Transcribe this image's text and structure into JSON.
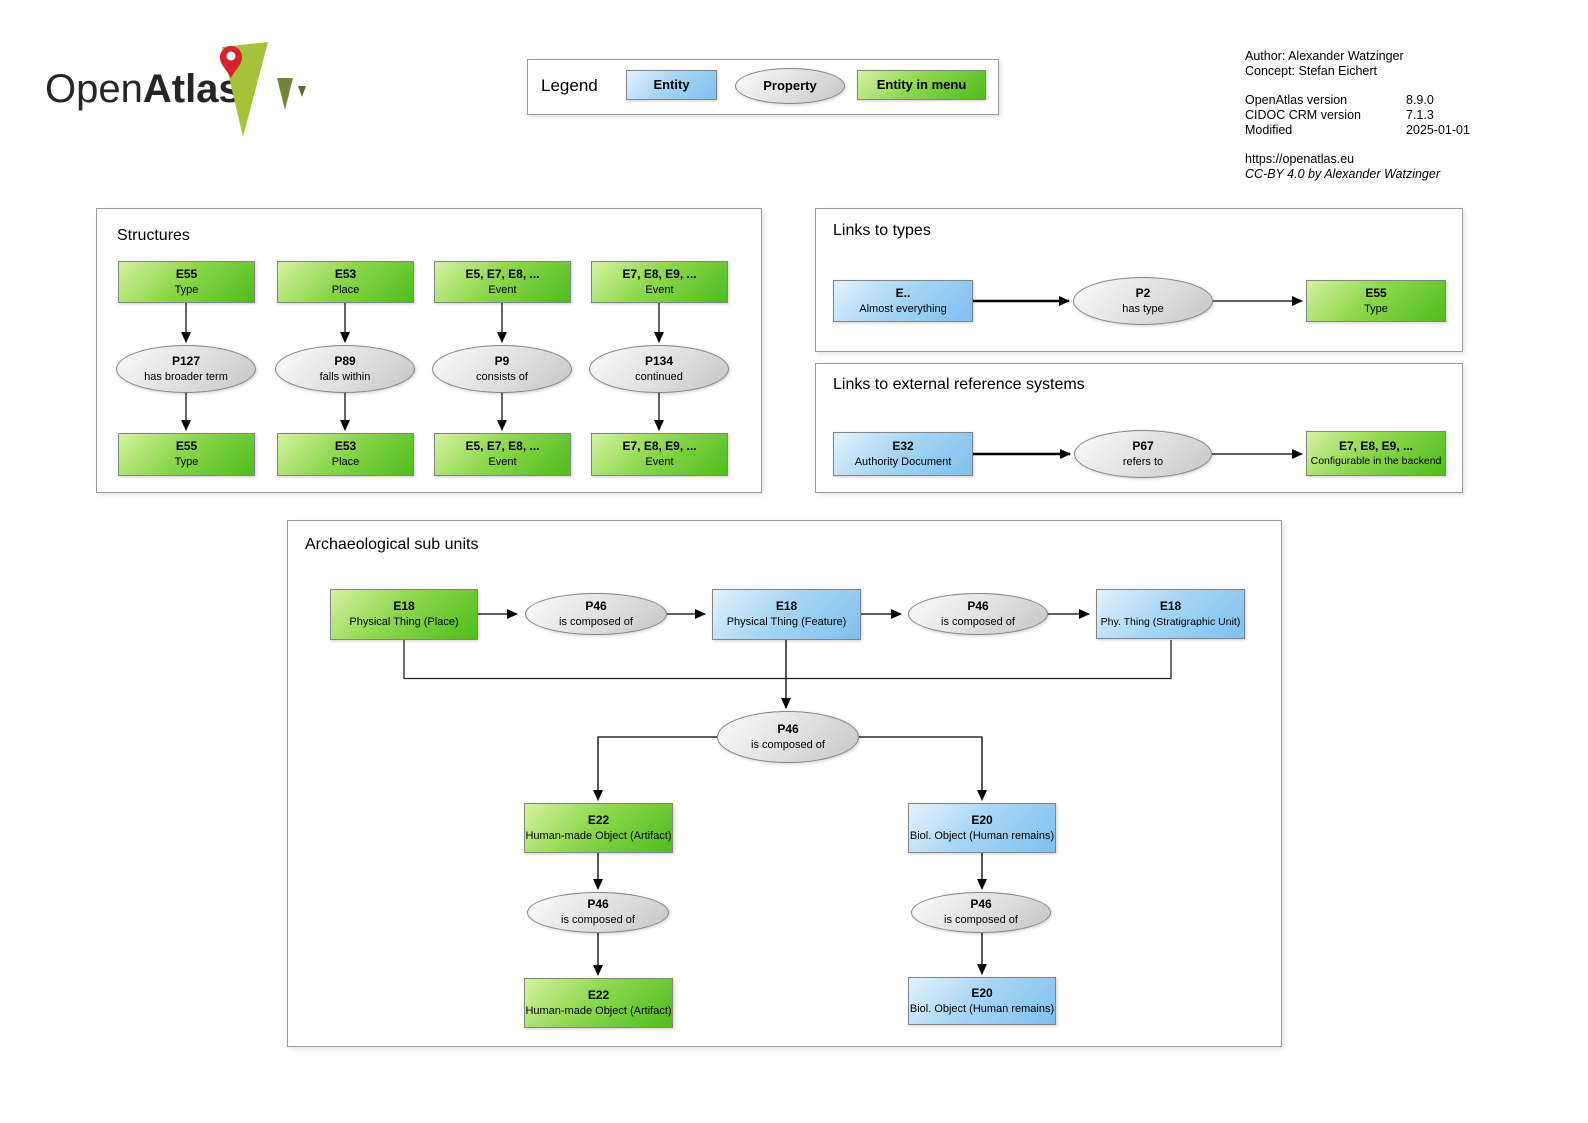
{
  "logo": {
    "word_regular": "Open",
    "word_bold": "Atlas"
  },
  "legend": {
    "title": "Legend",
    "entity_label": "Entity",
    "property_label": "Property",
    "entity_in_menu_label": "Entity in menu"
  },
  "meta": {
    "author": "Author: Alexander Watzinger",
    "concept": "Concept: Stefan Eichert",
    "openatlas_version_label": "OpenAtlas version",
    "openatlas_version": "8.9.0",
    "cidoc_version_label": "CIDOC CRM version",
    "cidoc_version": "7.1.3",
    "modified_label": "Modified",
    "modified": "2025-01-01",
    "website": "https://openatlas.eu",
    "license": "CC-BY 4.0 by Alexander Watzinger"
  },
  "colors": {
    "entity_fill": "#7ec0ee",
    "entity_in_menu_fill": "#4fbd1c",
    "property_fill": "#c6c6c6"
  },
  "panels": {
    "structures": {
      "title": "Structures",
      "columns": [
        {
          "top": {
            "code": "E55",
            "label": "Type"
          },
          "prop": {
            "code": "P127",
            "label": "has broader term"
          },
          "bottom": {
            "code": "E55",
            "label": "Type"
          }
        },
        {
          "top": {
            "code": "E53",
            "label": "Place"
          },
          "prop": {
            "code": "P89",
            "label": "falls within"
          },
          "bottom": {
            "code": "E53",
            "label": "Place"
          }
        },
        {
          "top": {
            "code": "E5, E7, E8, ...",
            "label": "Event"
          },
          "prop": {
            "code": "P9",
            "label": "consists of"
          },
          "bottom": {
            "code": "E5, E7, E8, ...",
            "label": "Event"
          }
        },
        {
          "top": {
            "code": "E7, E8, E9, ...",
            "label": "Event"
          },
          "prop": {
            "code": "P134",
            "label": "continued"
          },
          "bottom": {
            "code": "E7, E8, E9, ...",
            "label": "Event"
          }
        }
      ]
    },
    "links_to_types": {
      "title": "Links to types",
      "source": {
        "code": "E..",
        "label": "Almost everything"
      },
      "property": {
        "code": "P2",
        "label": "has type"
      },
      "target": {
        "code": "E55",
        "label": "Type"
      }
    },
    "links_to_external": {
      "title": "Links to external reference systems",
      "source": {
        "code": "E32",
        "label": "Authority Document"
      },
      "property": {
        "code": "P67",
        "label": "refers to"
      },
      "target": {
        "code": "E7, E8, E9, ...",
        "label": "Configurable in the backend"
      }
    },
    "arch": {
      "title": "Archaeological sub units",
      "nodes": {
        "place": {
          "code": "E18",
          "label": "Physical Thing (Place)"
        },
        "p46_top_left": {
          "code": "P46",
          "label": "is composed of"
        },
        "feature": {
          "code": "E18",
          "label": "Physical Thing (Feature)"
        },
        "p46_top_right": {
          "code": "P46",
          "label": "is composed of"
        },
        "stratigraphic": {
          "code": "E18",
          "label": "Phy. Thing (Stratigraphic Unit)"
        },
        "p46_center": {
          "code": "P46",
          "label": "is composed of"
        },
        "artifact_top": {
          "code": "E22",
          "label": "Human-made Object (Artifact)"
        },
        "p46_artifact": {
          "code": "P46",
          "label": "is composed of"
        },
        "artifact_bottom": {
          "code": "E22",
          "label": "Human-made Object (Artifact)"
        },
        "human_top": {
          "code": "E20",
          "label": "Biol. Object (Human remains)"
        },
        "p46_human": {
          "code": "P46",
          "label": "is composed of"
        },
        "human_bottom": {
          "code": "E20",
          "label": "Biol. Object (Human remains)"
        }
      }
    }
  }
}
